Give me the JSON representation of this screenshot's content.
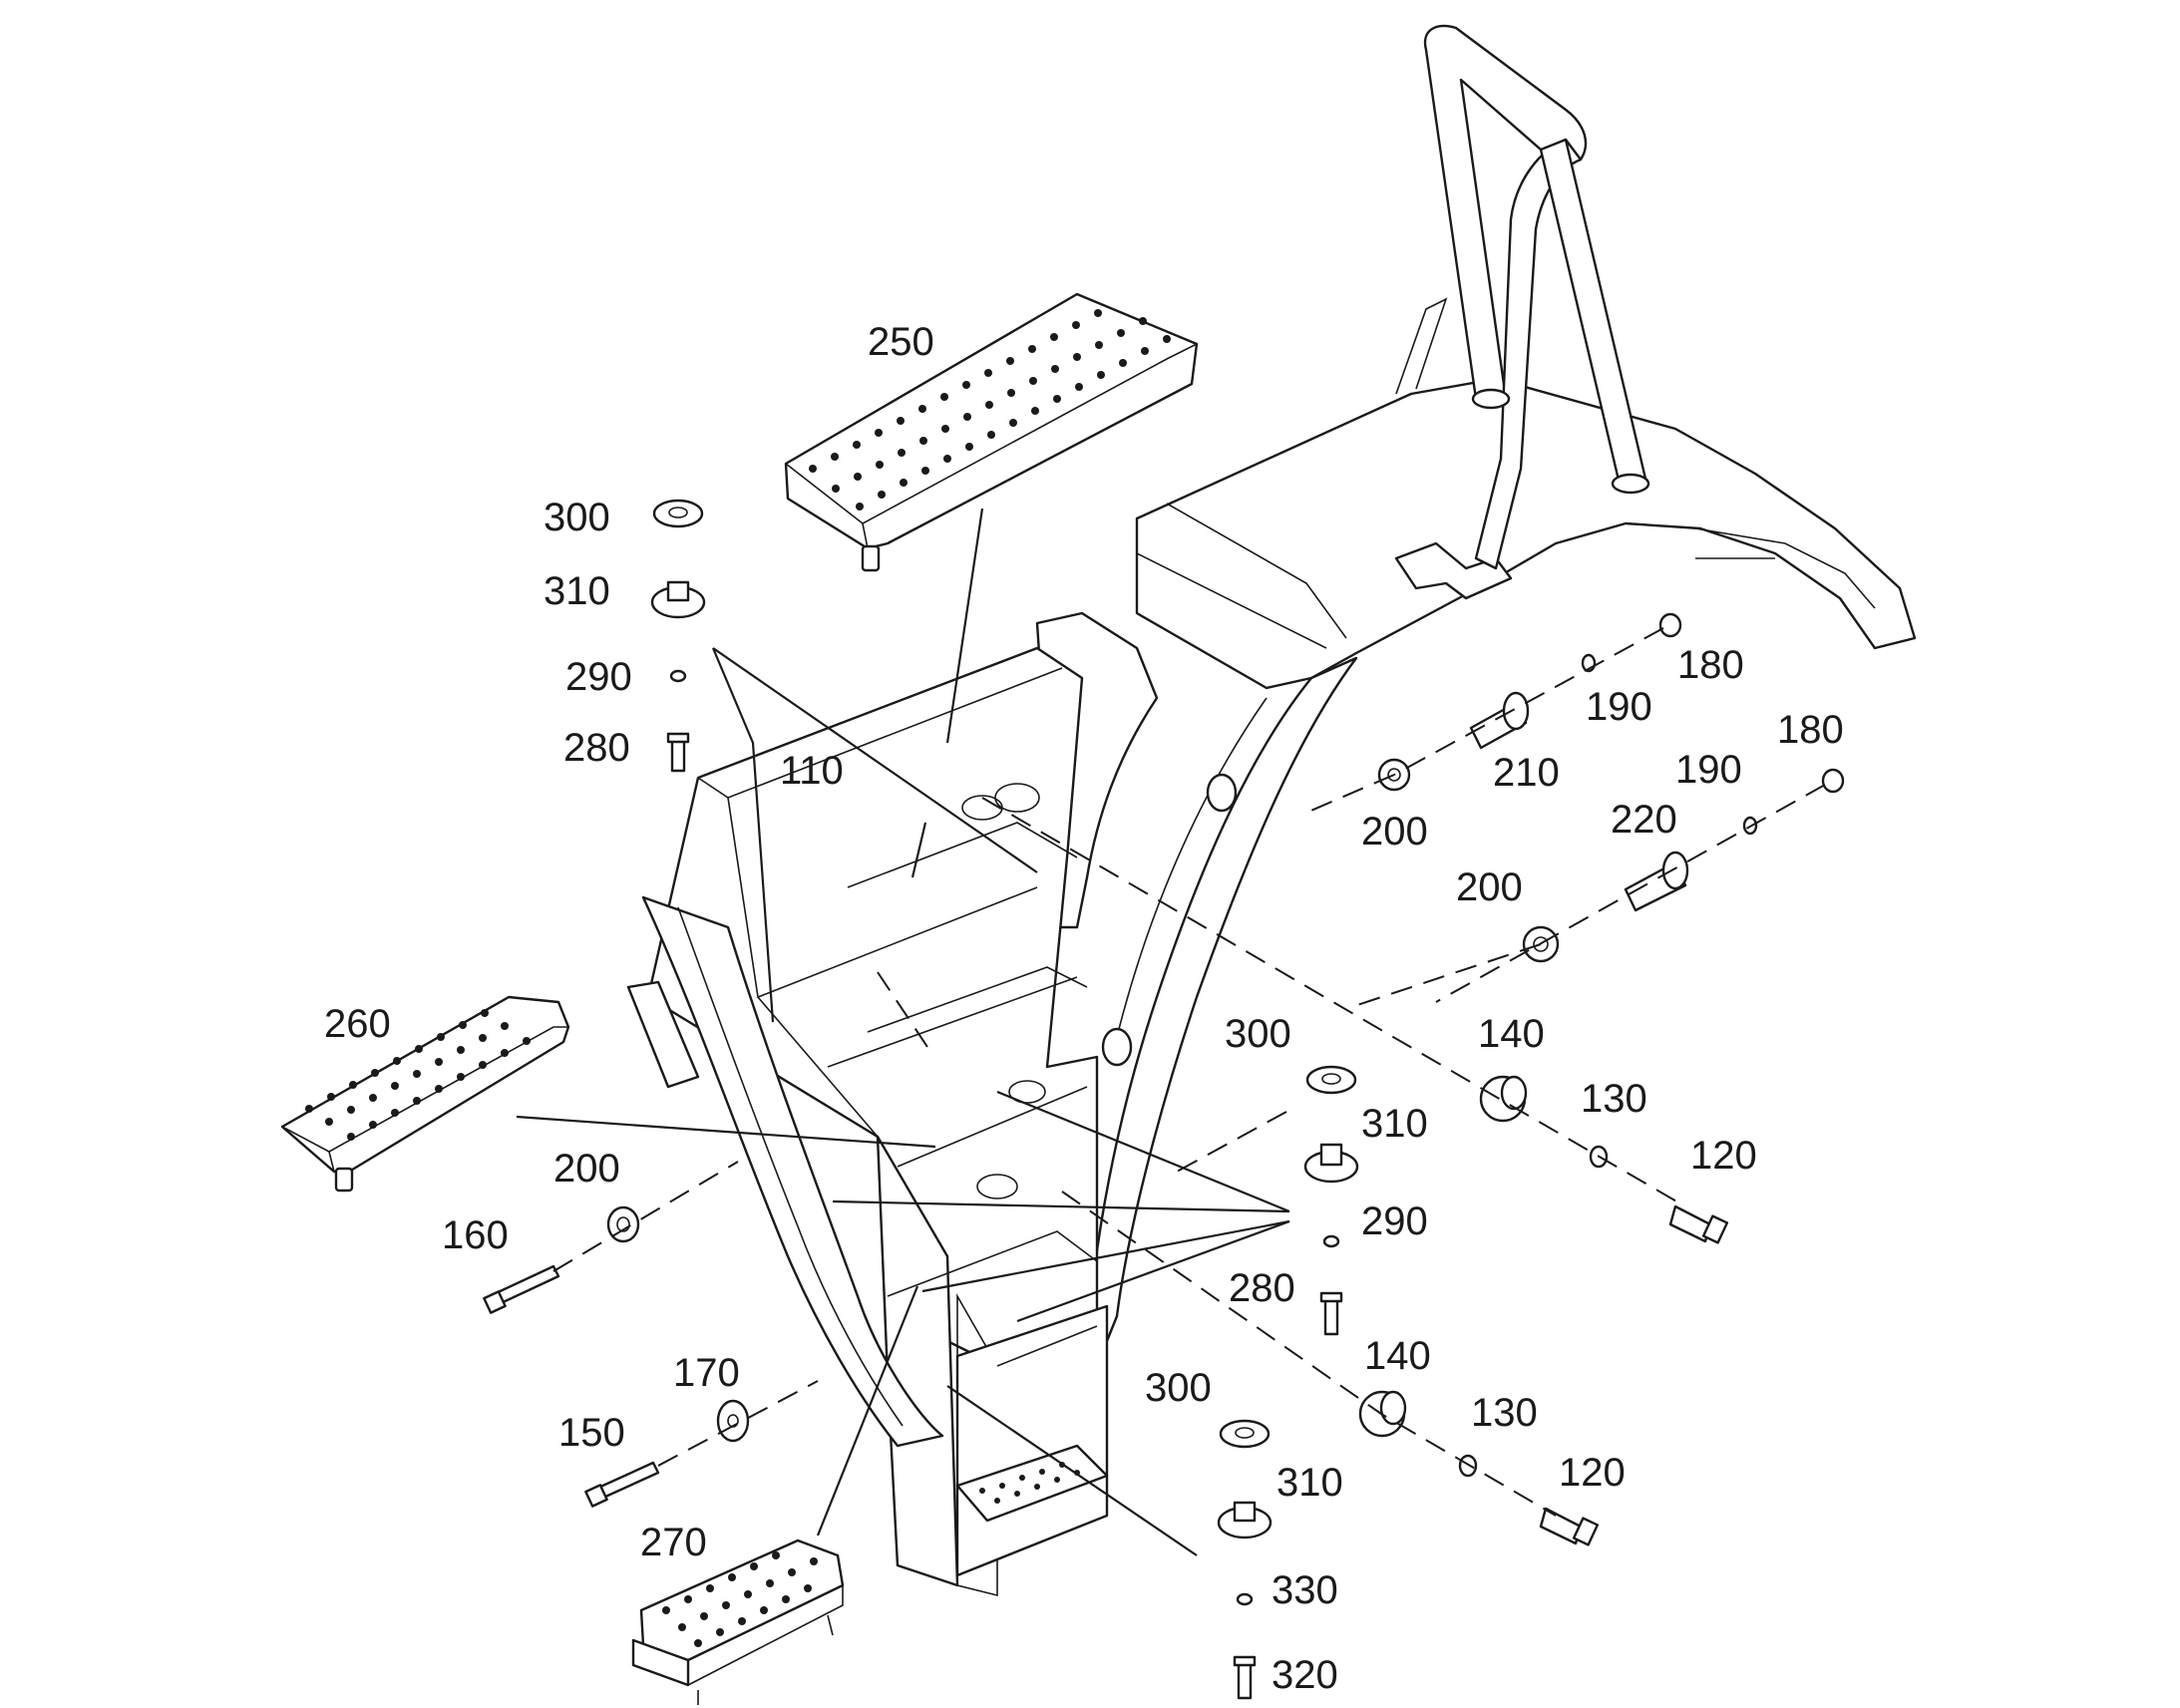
{
  "diagram": {
    "callouts": [
      {
        "id": "c250a",
        "text": "250"
      },
      {
        "id": "c300a",
        "text": "300"
      },
      {
        "id": "c310a",
        "text": "310"
      },
      {
        "id": "c290a",
        "text": "290"
      },
      {
        "id": "c280a",
        "text": "280"
      },
      {
        "id": "c110",
        "text": "110"
      },
      {
        "id": "c180a",
        "text": "180"
      },
      {
        "id": "c190a",
        "text": "190"
      },
      {
        "id": "c210",
        "text": "210"
      },
      {
        "id": "c200a",
        "text": "200"
      },
      {
        "id": "c180b",
        "text": "180"
      },
      {
        "id": "c190b",
        "text": "190"
      },
      {
        "id": "c220",
        "text": "220"
      },
      {
        "id": "c200b",
        "text": "200"
      },
      {
        "id": "c260",
        "text": "260"
      },
      {
        "id": "c300b",
        "text": "300"
      },
      {
        "id": "c140a",
        "text": "140"
      },
      {
        "id": "c310b",
        "text": "310"
      },
      {
        "id": "c130a",
        "text": "130"
      },
      {
        "id": "c120a",
        "text": "120"
      },
      {
        "id": "c200c",
        "text": "200"
      },
      {
        "id": "c290b",
        "text": "290"
      },
      {
        "id": "c160",
        "text": "160"
      },
      {
        "id": "c280b",
        "text": "280"
      },
      {
        "id": "c140b",
        "text": "140"
      },
      {
        "id": "c170",
        "text": "170"
      },
      {
        "id": "c300c",
        "text": "300"
      },
      {
        "id": "c130b",
        "text": "130"
      },
      {
        "id": "c150",
        "text": "150"
      },
      {
        "id": "c120b",
        "text": "120"
      },
      {
        "id": "c310c",
        "text": "310"
      },
      {
        "id": "c270",
        "text": "270"
      },
      {
        "id": "c330",
        "text": "330"
      },
      {
        "id": "c320",
        "text": "320"
      }
    ]
  }
}
